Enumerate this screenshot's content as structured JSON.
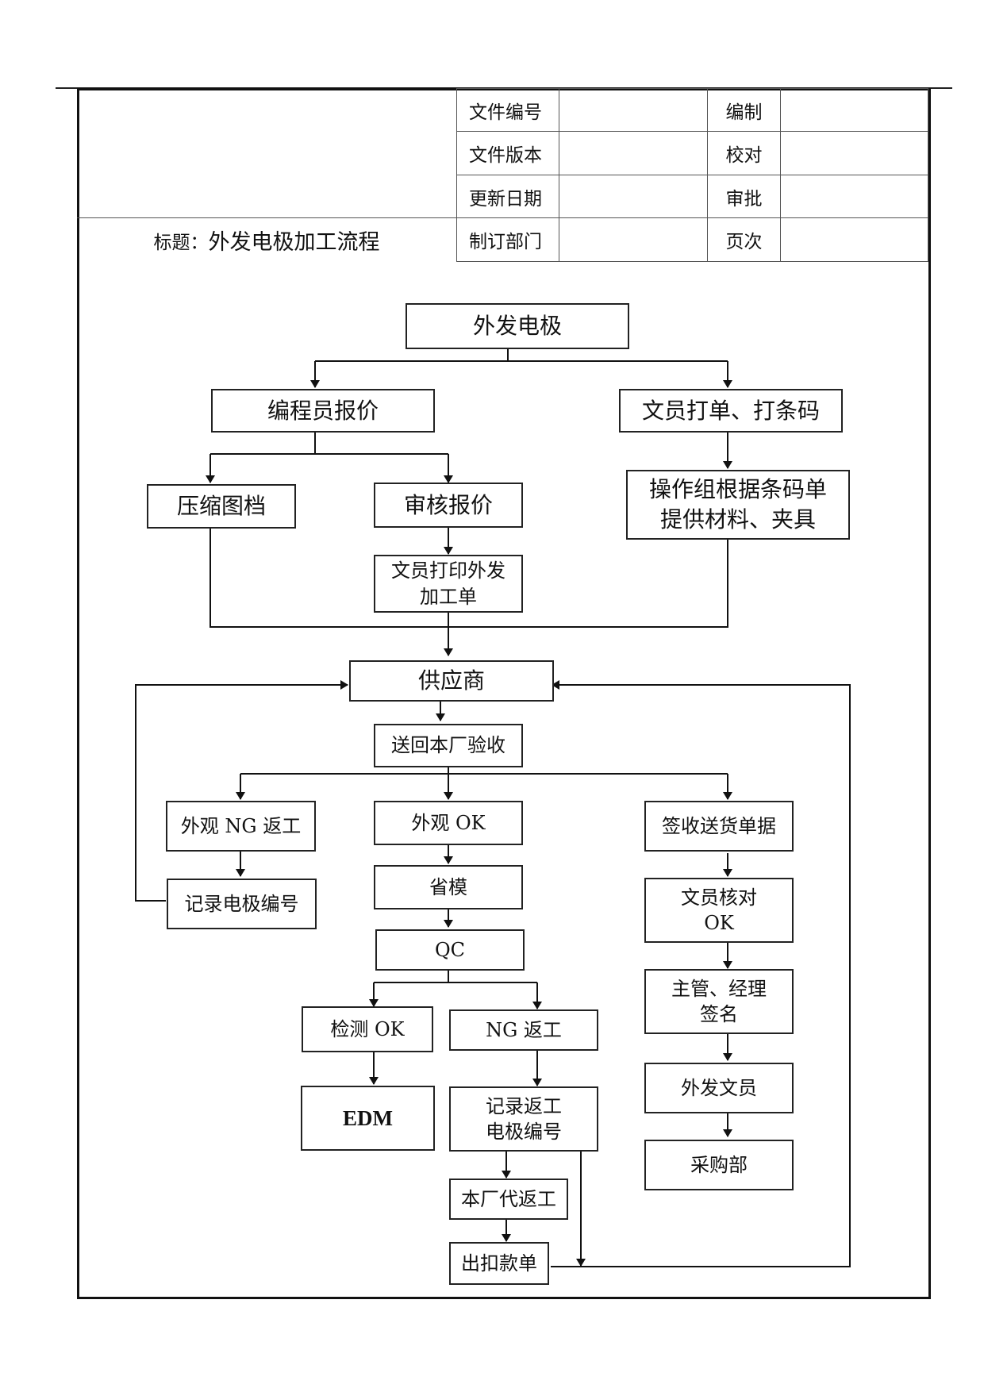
{
  "header": {
    "title_label": "标题：",
    "title_text": "外发电极加工流程",
    "fields": [
      {
        "label": "文件编号",
        "value": ""
      },
      {
        "label": "文件版本",
        "value": ""
      },
      {
        "label": "更新日期",
        "value": ""
      },
      {
        "label": "制订部门",
        "value": ""
      }
    ],
    "signoff": [
      {
        "label": "编制",
        "value": ""
      },
      {
        "label": "校对",
        "value": ""
      },
      {
        "label": "审批",
        "value": ""
      },
      {
        "label": "页次",
        "value": ""
      }
    ]
  },
  "flow": {
    "start": "外发电极",
    "programmer_quote": "编程员报价",
    "clerk_print_barcode": "文员打单、打条码",
    "compress_files": "压缩图档",
    "review_quote": "审核报价",
    "clerk_print_order": [
      "文员打印外发",
      "加工单"
    ],
    "ops_provide": [
      "操作组根据条码单",
      "提供材料、夹具"
    ],
    "supplier": "供应商",
    "return_inspect": "送回本厂验收",
    "appearance_ng": "外观 NG 返工",
    "record_electrode": "记录电极编号",
    "appearance_ok": "外观 OK",
    "save_mold": "省模",
    "qc": "QC",
    "test_ok": "检测 OK",
    "ng_rework": "NG 返工",
    "edm": "EDM",
    "record_rework": [
      "记录返工",
      "电极编号"
    ],
    "inhouse_rework": "本厂代返工",
    "deduction_slip": "出扣款单",
    "sign_delivery": "签收送货单据",
    "clerk_check": [
      "文员核对",
      "OK"
    ],
    "manager_sign": [
      "主管、经理",
      "签名"
    ],
    "outsource_clerk": "外发文员",
    "purchasing": "采购部"
  }
}
